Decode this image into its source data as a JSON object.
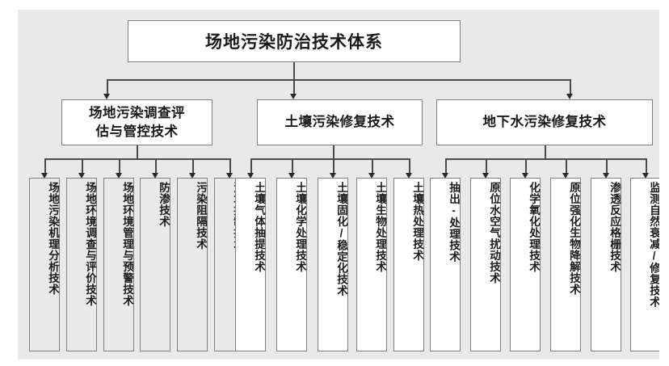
{
  "diagram": {
    "title": "场地污染防治技术体系",
    "type": "organization-tree",
    "orientation": "top-down",
    "root": {
      "label": "场地污染防治技术体系",
      "fill": "#ffffff",
      "border": "#808080"
    },
    "branches": [
      {
        "id": "branch-1",
        "label": "场地污染调查评估与管控技术",
        "label_lines": [
          "场地污染调查评",
          "估与管控技术"
        ],
        "fill": "#ffffff",
        "leaf_fill": "#e9e9e9",
        "leaves": [
          {
            "label": "场地污染机理分析技术"
          },
          {
            "label": "场地环境调查与评价技术"
          },
          {
            "label": "场地环境管理与预警技术"
          },
          {
            "label": "防渗技术"
          },
          {
            "label": "污染阻隔技术"
          },
          {
            "label": "流场控制技术"
          }
        ]
      },
      {
        "id": "branch-2",
        "label": "土壤污染修复技术",
        "label_lines": [
          "土壤污染修复技术"
        ],
        "fill": "#ffffff",
        "leaf_fill": "#ffffff",
        "leaves": [
          {
            "label": "土壤气体抽提技术"
          },
          {
            "label": "土壤化学处理技术"
          },
          {
            "label": "土壤固化/稳定化技术"
          },
          {
            "label": "土壤生物处理技术"
          },
          {
            "label": "土壤热处理技术"
          }
        ]
      },
      {
        "id": "branch-3",
        "label": "地下水污染修复技术",
        "label_lines": [
          "地下水污染修复技术"
        ],
        "fill": "#ffffff",
        "leaf_fill": "#ffffff",
        "leaves": [
          {
            "label": "抽出-处理技术"
          },
          {
            "label": "原位水空气扰动技术"
          },
          {
            "label": "化学氧化处理技术"
          },
          {
            "label": "原位强化生物降解技术"
          },
          {
            "label": "渗透反应格栅技术"
          },
          {
            "label": "监测自然衰减/修复技术"
          }
        ]
      }
    ],
    "colors": {
      "background": "#e9e9e9",
      "page": "#ffffff",
      "box_border": "#808080",
      "connector": "#4a4a4a",
      "text": "#1a1a1a",
      "leaf_gray_fill": "#e9e9e9",
      "leaf_white_fill": "#ffffff"
    }
  }
}
